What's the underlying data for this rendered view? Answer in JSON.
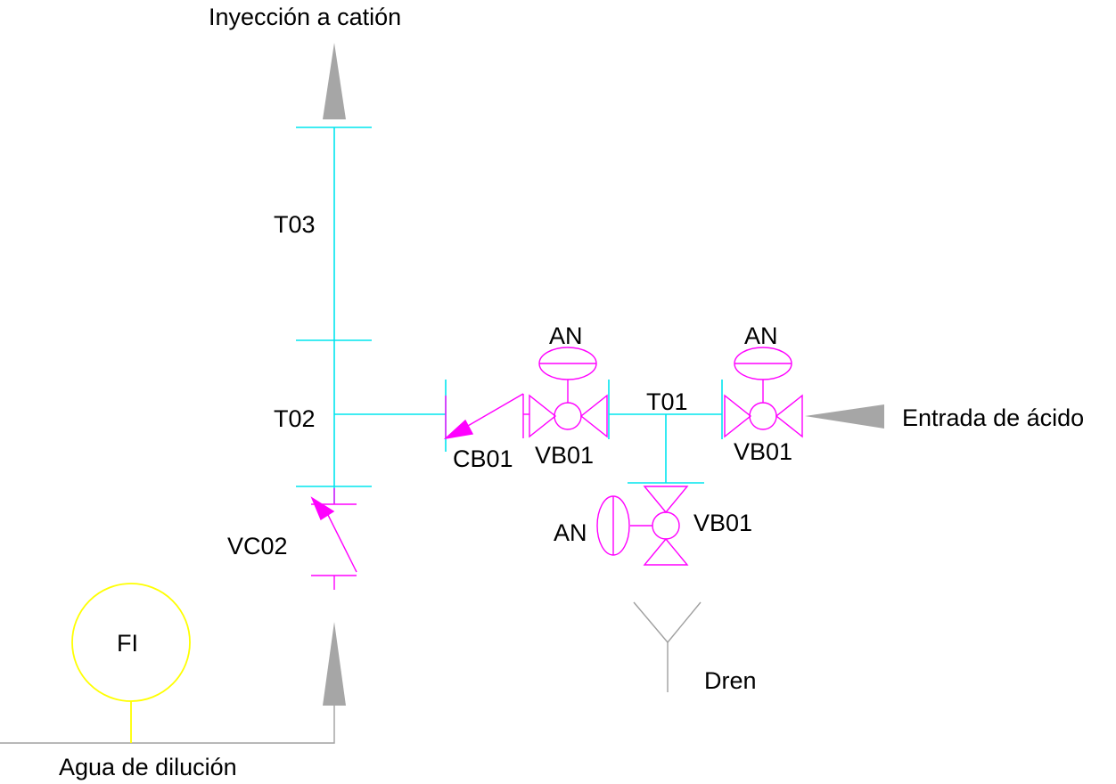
{
  "labels": {
    "inyeccion": "Inyección a catión",
    "t03": "T03",
    "t02": "T02",
    "t01": "T01",
    "vc02": "VC02",
    "cb01": "CB01",
    "vb01_left": "VB01",
    "vb01_right": "VB01",
    "vb01_bottom": "VB01",
    "an_left": "AN",
    "an_right": "AN",
    "an_bottom": "AN",
    "entrada": "Entrada de ácido",
    "dren": "Dren",
    "fi": "FI",
    "agua": "Agua de dilución"
  },
  "colors": {
    "pipe": "#00e5ee",
    "valve": "#ff00ff",
    "flow_arrow": "#a6a6a6",
    "instrument": "#ffff00"
  }
}
